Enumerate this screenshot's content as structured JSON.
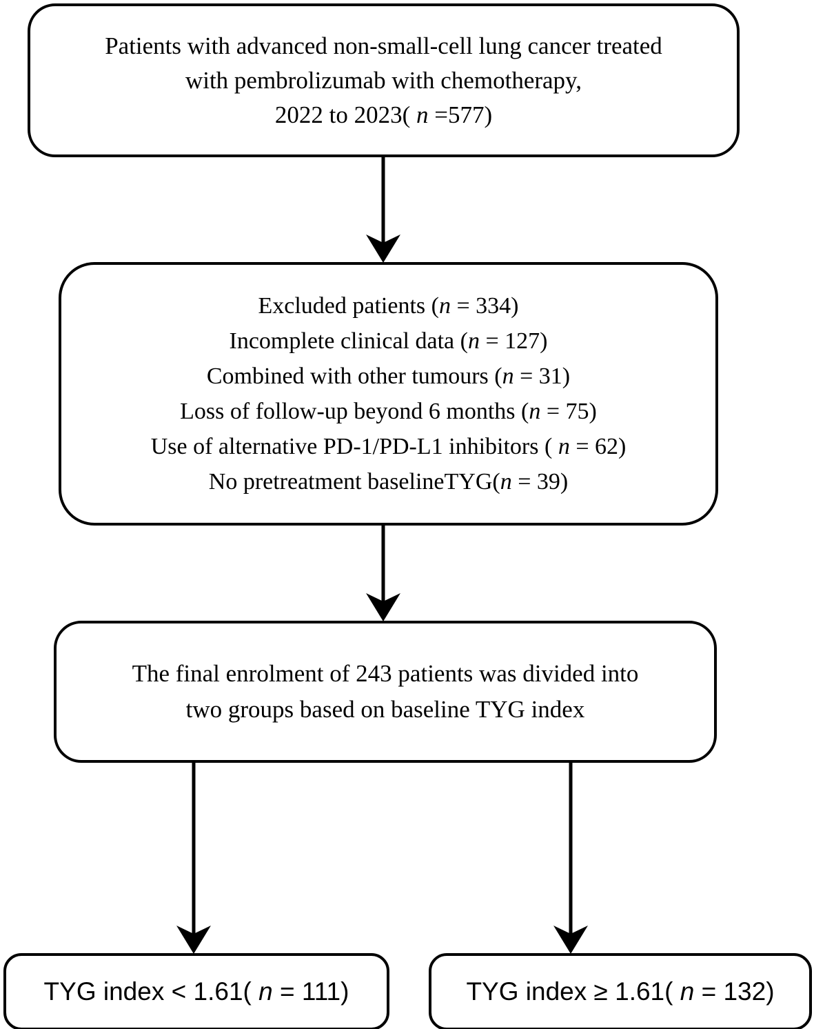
{
  "diagram": {
    "title": "Patient selection flowchart",
    "type": "flowchart",
    "colors": {
      "stroke": "#000000",
      "background": "#ffffff",
      "text": "#000000"
    }
  },
  "nodes": {
    "source": {
      "id": "source",
      "lines": [
        "Patients with advanced non-small-cell lung cancer treated",
        "with pembrolizumab with chemotherapy,"
      ],
      "count_line": {
        "prefix": "2022 to 2023( ",
        "n": "n",
        "suffix": " =577)"
      },
      "n_value": 577,
      "years": "2022 to 2023"
    },
    "excluded": {
      "id": "excluded",
      "items": [
        {
          "label": "Excluded patients (",
          "n": "n",
          "tail": " = 334)",
          "value": 334
        },
        {
          "label": "Incomplete clinical data (",
          "n": "n",
          "tail": " = 127)",
          "value": 127
        },
        {
          "label": "Combined with other tumours  (",
          "n": "n",
          "tail": " = 31)",
          "value": 31
        },
        {
          "label": "Loss of follow-up beyond 6 months  (",
          "n": "n",
          "tail": "  = 75)",
          "value": 75
        },
        {
          "label": "Use of alternative PD-1/PD-L1 inhibitors ( ",
          "n": "n",
          "tail": "  = 62)",
          "value": 62
        },
        {
          "label": "No pretreatment baselineTYG(",
          "n": "n",
          "tail": " = 39)",
          "value": 39
        }
      ]
    },
    "enrolled": {
      "id": "enrolled",
      "lines": [
        "The final enrolment of 243 patients was divided into",
        "two groups based on baseline TYG index"
      ],
      "total": 243
    },
    "group_low": {
      "id": "group-low",
      "prefix": "TYG index  <  1.61( ",
      "n": "n",
      "tail": " = 111)",
      "threshold": 1.61,
      "value": 111
    },
    "group_high": {
      "id": "group-high",
      "prefix": "TYG index ≥ 1.61( ",
      "n": "n",
      "tail": " = 132)",
      "threshold": 1.61,
      "value": 132
    }
  },
  "connectors": [
    {
      "name": "source-to-excluded",
      "from": "source",
      "to": "excluded",
      "kind": "arrow-down"
    },
    {
      "name": "excluded-to-enrolled",
      "from": "excluded",
      "to": "enrolled",
      "kind": "arrow-down"
    },
    {
      "name": "enrolled-to-group-low",
      "from": "enrolled",
      "to": "group_low",
      "kind": "arrow-down"
    },
    {
      "name": "enrolled-to-group-high",
      "from": "enrolled",
      "to": "group_high",
      "kind": "arrow-down"
    }
  ]
}
